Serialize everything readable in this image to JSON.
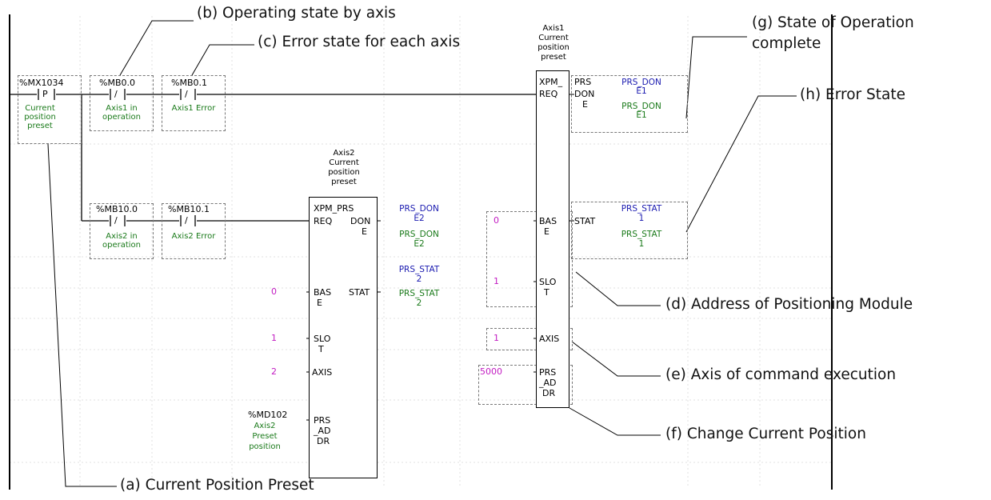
{
  "contacts": {
    "mx1034": {
      "address": "%MX1034",
      "symbol": "P",
      "comment": [
        "Current",
        "position",
        "preset"
      ]
    },
    "mb0_0": {
      "address": "%MB0.0",
      "comment": [
        "Axis1 in",
        "operation"
      ]
    },
    "mb0_1": {
      "address": "%MB0.1",
      "comment": [
        "Axis1 Error"
      ]
    },
    "mb10_0": {
      "address": "%MB10.0",
      "comment": [
        "Axis2 in",
        "operation"
      ]
    },
    "mb10_1": {
      "address": "%MB10.1",
      "comment": [
        "Axis2 Error"
      ]
    },
    "contact_symbol_nc": "/"
  },
  "fb1": {
    "title": [
      "Axis1",
      "Current",
      "position",
      "preset"
    ],
    "name_a": "XPM_",
    "name_b": "PRS",
    "req": "REQ",
    "done": [
      "DON",
      "E"
    ],
    "base": [
      "BAS",
      "E"
    ],
    "stat": "STAT",
    "slot": [
      "SLO",
      "T"
    ],
    "axis": "AXIS",
    "prs_addr": [
      "PRS",
      "_AD",
      "DR"
    ],
    "done_var": [
      "PRS_DON",
      "E1"
    ],
    "done_cmt": [
      "PRS_DON",
      "E1"
    ],
    "stat_var": [
      "PRS_STAT",
      "1"
    ],
    "stat_cmt": [
      "PRS_STAT",
      "1"
    ],
    "base_value": "0",
    "slot_value": "1",
    "axis_value": "1",
    "prs_value": "5000"
  },
  "fb2": {
    "title": [
      "Axis2",
      "Current",
      "position",
      "preset"
    ],
    "name": "XPM_PRS",
    "req": "REQ",
    "done": [
      "DON",
      "E"
    ],
    "base": [
      "BAS",
      "E"
    ],
    "stat": "STAT",
    "slot": [
      "SLO",
      "T"
    ],
    "axis": "AXIS",
    "prs_addr": [
      "PRS",
      "_AD",
      "DR"
    ],
    "done_var": [
      "PRS_DON",
      "E2"
    ],
    "done_cmt": [
      "PRS_DON",
      "E2"
    ],
    "stat_var": [
      "PRS_STAT",
      "2"
    ],
    "stat_cmt": [
      "PRS_STAT",
      "2"
    ],
    "base_value": "0",
    "slot_value": "1",
    "axis_value": "2",
    "prs_var": "%MD102",
    "prs_cmt": [
      "Axis2",
      "Preset",
      "position"
    ]
  },
  "annotations": {
    "a": "(a) Current Position Preset",
    "b": "(b) Operating state by axis",
    "c": "(c) Error state for each axis",
    "d": "(d) Address of Positioning Module",
    "e": "(e) Axis of command execution",
    "f": "(f) Change Current Position",
    "g": [
      "(g) State of Operation",
      "complete"
    ],
    "h": "(h) Error State"
  }
}
